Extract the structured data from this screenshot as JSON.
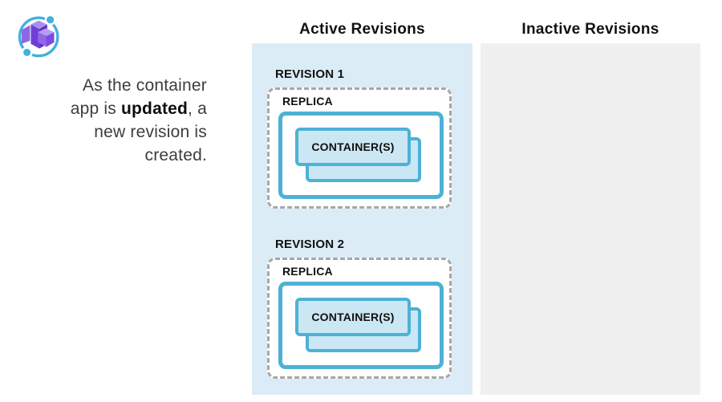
{
  "icon": {
    "name": "azure-container-apps"
  },
  "intro": {
    "line1": "As the container",
    "line2_before": "app is ",
    "line2_bold": "updated",
    "line2_after": ", a",
    "line3": "new revision is",
    "line4": "created."
  },
  "columns": {
    "active": {
      "title": "Active Revisions",
      "revisions": [
        {
          "label": "REVISION 1",
          "replica": "REPLICA",
          "container": "CONTAINER(S)"
        },
        {
          "label": "REVISION 2",
          "replica": "REPLICA",
          "container": "CONTAINER(S)"
        }
      ]
    },
    "inactive": {
      "title": "Inactive Revisions",
      "revisions": []
    }
  },
  "colors": {
    "accent_blue": "#4db1d6",
    "container_fill": "#cbe7f3",
    "active_panel_bg": "#dcecf6",
    "inactive_panel_bg": "#f0f0f1",
    "dashed_border_gray": "#a7a7a7",
    "text_dark": "#111111",
    "text_gray": "#3d3d3d",
    "logo_blue": "#41b1de",
    "logo_purple": "#7348d8"
  }
}
